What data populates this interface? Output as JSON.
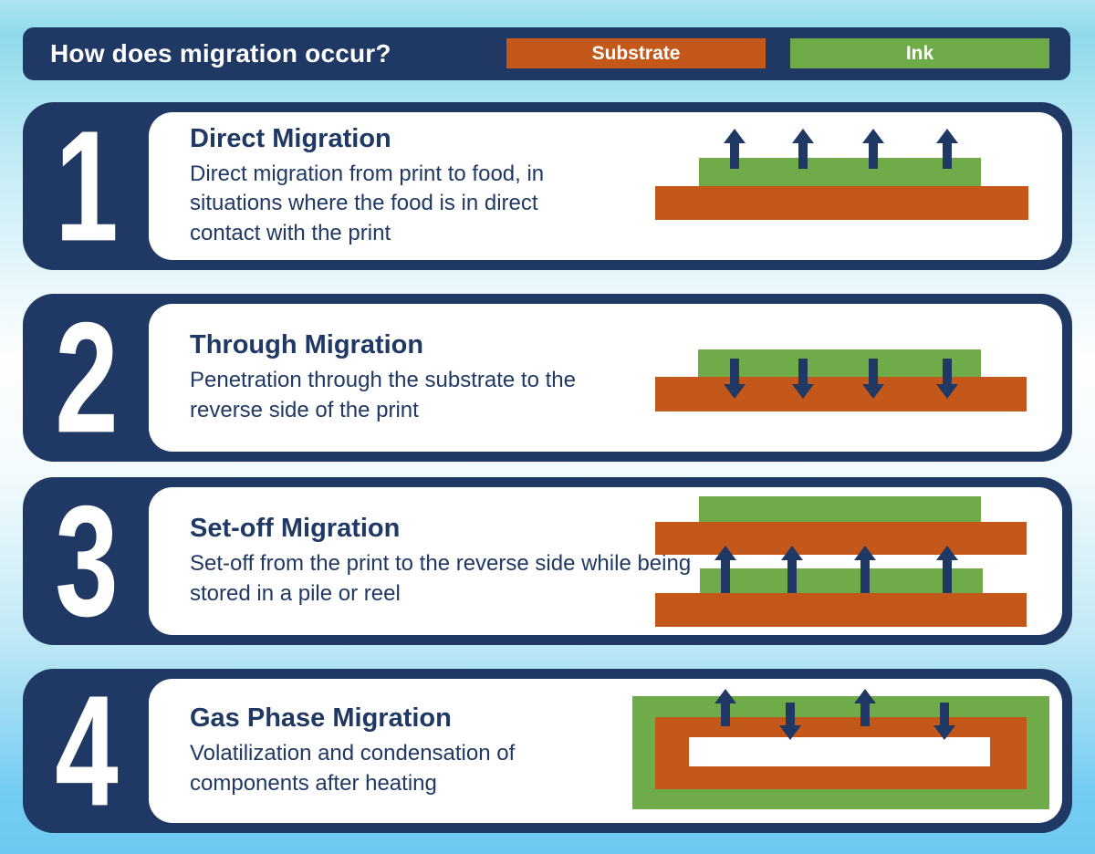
{
  "colors": {
    "navy": "#1F3864",
    "substrate_orange": "#C4571A",
    "ink_green": "#6FAC49",
    "panel_white": "#FFFFFF",
    "background_top": "#8FDAEC",
    "background_middle": "#FDFEFF",
    "background_bottom": "#6EC9F2"
  },
  "header": {
    "title": "How does migration occur?",
    "legend": [
      {
        "label": "Substrate",
        "color": "#C4571A"
      },
      {
        "label": "Ink",
        "color": "#6FAC49"
      }
    ]
  },
  "sections": [
    {
      "number": "1",
      "title": "Direct Migration",
      "description": "Direct migration from print to food, in situations where the food is in direct contact with the print",
      "diagram": "ink layer on substrate with four arrows pointing up away from the ink"
    },
    {
      "number": "2",
      "title": "Through Migration",
      "description": "Penetration through the substrate to the reverse side of the print",
      "diagram": "ink layer on substrate with four arrows pointing down from the ink into the substrate"
    },
    {
      "number": "3",
      "title": "Set-off Migration",
      "description": "Set-off from the print to the reverse side while being stored in a pile or reel",
      "diagram": "stacked ink-substrate-ink-substrate layers with four arrows pointing up from the lower ink into the substrate above"
    },
    {
      "number": "4",
      "title": "Gas Phase Migration",
      "description": "Volatilization and condensation of components after heating",
      "diagram": "nested ink, substrate and white core with alternating up and down arrows"
    }
  ]
}
